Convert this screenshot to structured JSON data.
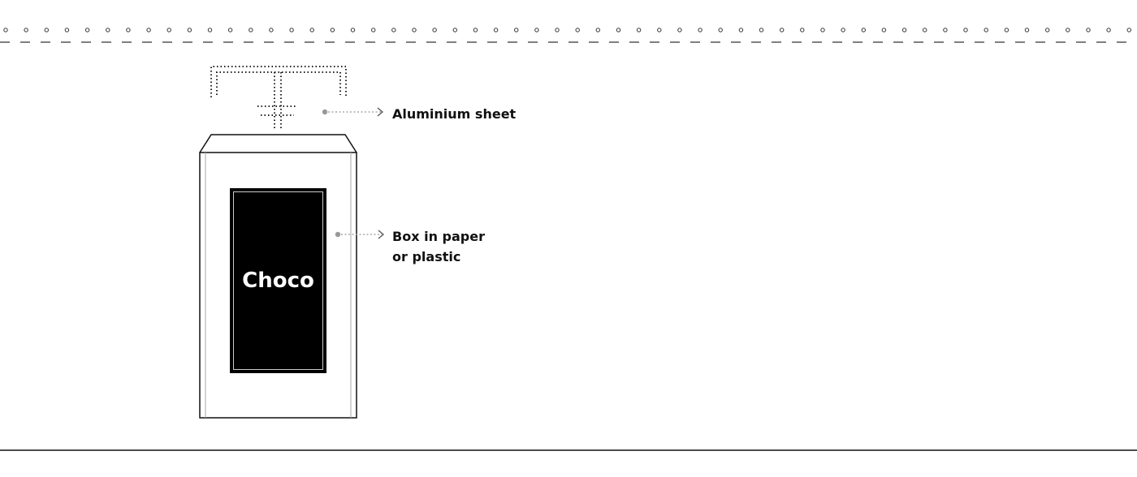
{
  "diagram": {
    "labels": {
      "aluminium": "Aluminium sheet",
      "box_line1": "Box in paper",
      "box_line2": "or plastic",
      "product": "Choco"
    },
    "colors": {
      "ink": "#111111",
      "leader": "#999999",
      "dot_pattern": "#333333",
      "background": "#ffffff"
    },
    "icons": {
      "pointer_arrow": "chevron-right-icon",
      "pointer_dot": "dot-icon"
    }
  }
}
